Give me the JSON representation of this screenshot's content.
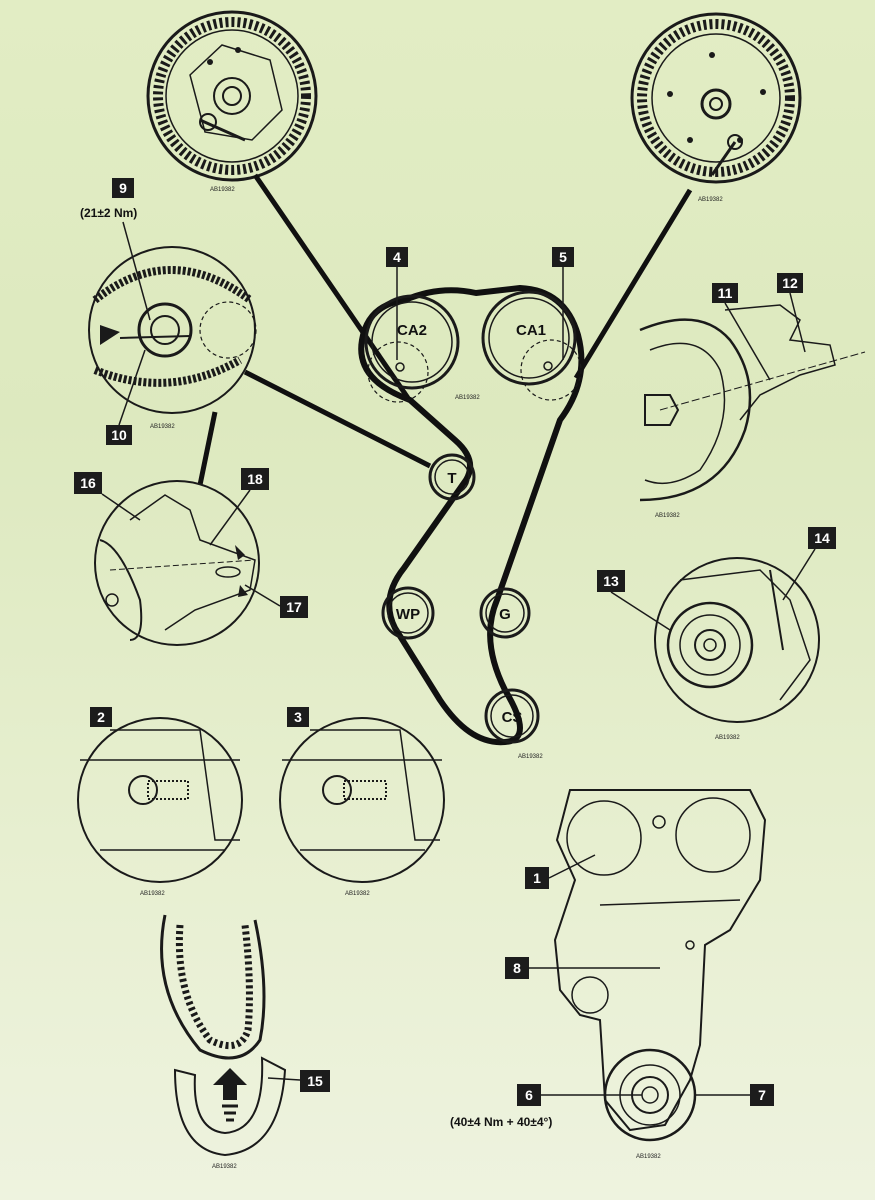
{
  "figure_code": "AB19382",
  "pulleys": {
    "ca2": "CA2",
    "ca1": "CA1",
    "tensioner": "T",
    "water_pump": "WP",
    "idler": "G",
    "crankshaft": "CS"
  },
  "callouts": {
    "c1": "1",
    "c2": "2",
    "c3": "3",
    "c4": "4",
    "c5": "5",
    "c6": "6",
    "c7": "7",
    "c8": "8",
    "c9": "9",
    "c10": "10",
    "c11": "11",
    "c12": "12",
    "c13": "13",
    "c14": "14",
    "c15": "15",
    "c16": "16",
    "c17": "17",
    "c18": "18"
  },
  "torque_specs": {
    "tensioner_bolt": "(21±2 Nm)",
    "crankshaft_bolt": "(40±4 Nm + 40±4°)"
  },
  "colors": {
    "ink": "#1a1a1a",
    "callout_fill": "#1c1c1c",
    "background_top": "#e2edc4",
    "background_bottom": "#eef3df"
  }
}
